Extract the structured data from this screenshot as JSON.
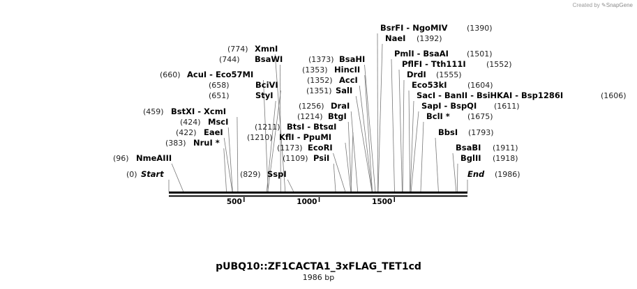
{
  "credit": {
    "prefix": "Created by",
    "brand": "SnapGene"
  },
  "plasmid": {
    "name": "pUBQ10::ZF1CACTA1_3xFLAG_TET1cd",
    "length_label": "1986 bp",
    "length": 1986
  },
  "ruler": {
    "ticks": [
      "500",
      "1000",
      "1500"
    ]
  },
  "sites": [
    {
      "label": "Start",
      "pos": "(0)",
      "italic": true
    },
    {
      "label": "NmeAIII",
      "pos": "(96)"
    },
    {
      "label": "NruI *",
      "pos": "(383)"
    },
    {
      "label": "EaeI",
      "pos": "(422)"
    },
    {
      "label": "MscI",
      "pos": "(424)"
    },
    {
      "label": "BstXI  - XcmI",
      "pos": "(459)"
    },
    {
      "label": "StyI",
      "pos": "(651)"
    },
    {
      "label": "BciVI",
      "pos": "(658)"
    },
    {
      "label": "AcuI  - Eco57MI",
      "pos": "(660)"
    },
    {
      "label": "BsaWI",
      "pos": "(744)"
    },
    {
      "label": "XmnI",
      "pos": "(774)"
    },
    {
      "label": "SspI",
      "pos": "(829)"
    },
    {
      "label": "PsiI",
      "pos": "(1109)"
    },
    {
      "label": "EcoRI",
      "pos": "(1173)"
    },
    {
      "label": "KflI  - PpuMI",
      "pos": "(1210)"
    },
    {
      "label": "BtsI  - BtsαI",
      "pos": "(1211)"
    },
    {
      "label": "BtgI",
      "pos": "(1214)"
    },
    {
      "label": "DraI",
      "pos": "(1256)"
    },
    {
      "label": "SalI",
      "pos": "(1351)"
    },
    {
      "label": "AccI",
      "pos": "(1352)"
    },
    {
      "label": "HincII",
      "pos": "(1353)"
    },
    {
      "label": "BsaHI",
      "pos": "(1373)"
    },
    {
      "label": "BsrFI  - NgoMIV",
      "pos": "(1390)"
    },
    {
      "label": "NaeI",
      "pos": "(1392)"
    },
    {
      "label": "PmlI  - BsaAI",
      "pos": "(1501)"
    },
    {
      "label": "PflFI  - Tth111I",
      "pos": "(1552)"
    },
    {
      "label": "DrdI",
      "pos": "(1555)"
    },
    {
      "label": "Eco53kI",
      "pos": "(1604)"
    },
    {
      "label": "SacI  - BanII  - BsiHKAI  - Bsp1286I",
      "pos": "(1606)"
    },
    {
      "label": "SapI  - BspQI",
      "pos": "(1611)"
    },
    {
      "label": "BclI *",
      "pos": "(1675)"
    },
    {
      "label": "BbsI",
      "pos": "(1793)"
    },
    {
      "label": "BsaBI",
      "pos": "(1911)"
    },
    {
      "label": "BglII",
      "pos": "(1918)"
    },
    {
      "label": "End",
      "pos": "(1986)",
      "italic": true
    }
  ]
}
